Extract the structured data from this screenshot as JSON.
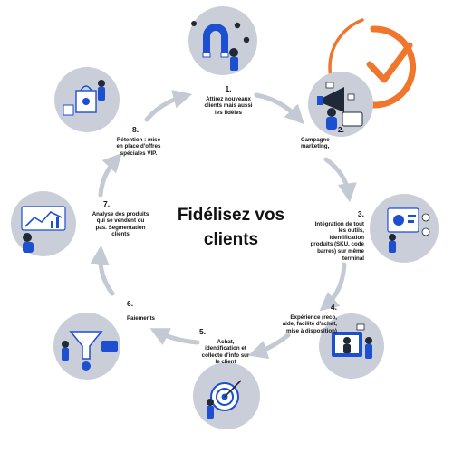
{
  "title": "Fidélisez vos clients",
  "colors": {
    "circle_bg": "#c9ced8",
    "arrow": "#c4cad3",
    "accent_orange": "#f0762b",
    "illustration_blue": "#1d4fd1",
    "dark": "#1f2937"
  },
  "steps": [
    {
      "number": "1.",
      "text": "Attirez nouveaux clients mais aussi les fidèles",
      "icon": "magnet-icon"
    },
    {
      "number": "2.",
      "text": "Campagne marketing,",
      "icon": "megaphone-icon"
    },
    {
      "number": "3.",
      "text": "Intégration de tout les outils, identification produits (SKU, code barres) sur même terminal",
      "icon": "dashboard-icon"
    },
    {
      "number": "4.",
      "text": "Expérience (reco, aide, facilité d'achat, mise à disposition)",
      "icon": "storefront-icon"
    },
    {
      "number": "5.",
      "text": "Achat, identification et collecte d'info sur le client",
      "icon": "target-icon"
    },
    {
      "number": "6.",
      "text": "Paiements",
      "icon": "funnel-payment-icon"
    },
    {
      "number": "7.",
      "text": "Analyse des produits qui se vendent ou pas. Segmentation clients",
      "icon": "analytics-icon"
    },
    {
      "number": "8.",
      "text": "Rétention : mise en place d'offres spéciales VIP.",
      "icon": "shopping-bag-icon"
    }
  ]
}
